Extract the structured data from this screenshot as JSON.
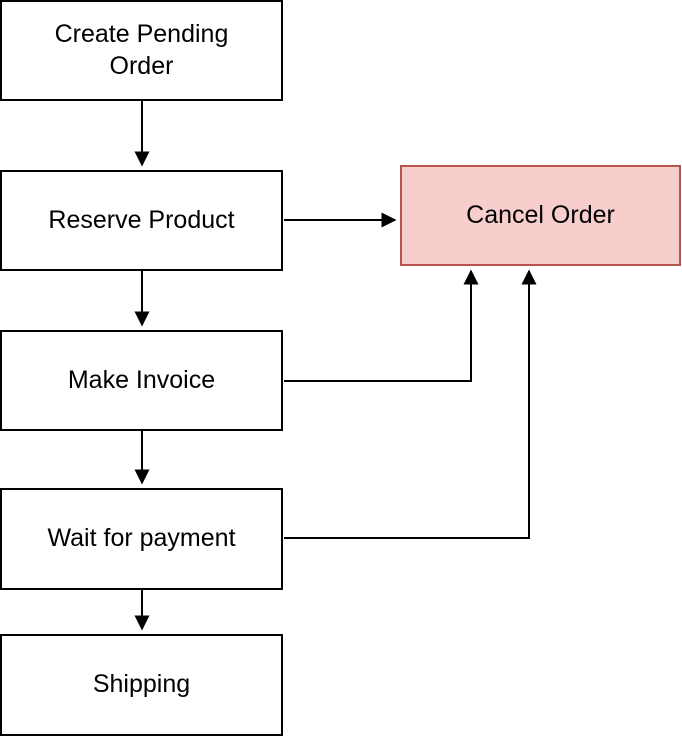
{
  "diagram": {
    "type": "flowchart",
    "nodes": [
      {
        "id": "create-pending-order",
        "label": "Create Pending\nOrder",
        "kind": "process"
      },
      {
        "id": "reserve-product",
        "label": "Reserve Product",
        "kind": "process"
      },
      {
        "id": "make-invoice",
        "label": "Make Invoice",
        "kind": "process"
      },
      {
        "id": "wait-for-payment",
        "label": "Wait for payment",
        "kind": "process"
      },
      {
        "id": "shipping",
        "label": "Shipping",
        "kind": "process"
      },
      {
        "id": "cancel-order",
        "label": "Cancel Order",
        "kind": "highlighted"
      }
    ],
    "edges": [
      {
        "from": "create-pending-order",
        "to": "reserve-product"
      },
      {
        "from": "reserve-product",
        "to": "make-invoice"
      },
      {
        "from": "reserve-product",
        "to": "cancel-order"
      },
      {
        "from": "make-invoice",
        "to": "wait-for-payment"
      },
      {
        "from": "make-invoice",
        "to": "cancel-order"
      },
      {
        "from": "wait-for-payment",
        "to": "shipping"
      },
      {
        "from": "wait-for-payment",
        "to": "cancel-order"
      }
    ]
  },
  "colors": {
    "node-fill": "#ffffff",
    "node-border": "#000000",
    "cancel-fill": "#f8cecc",
    "cancel-border": "#b85450",
    "text": "#000000",
    "arrow": "#000000"
  }
}
